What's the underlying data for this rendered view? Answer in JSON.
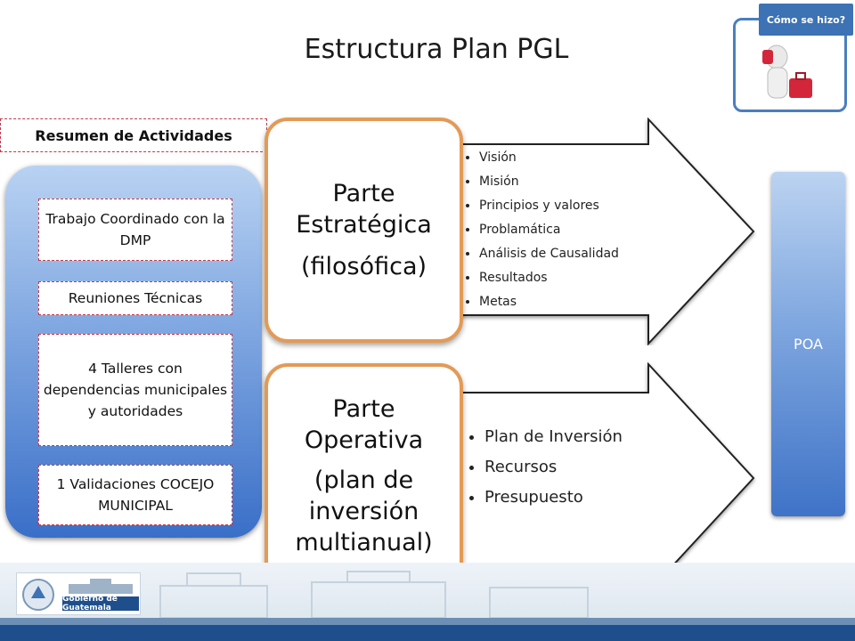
{
  "title": "Estructura Plan PGL",
  "how_tab": "Cómo se hizo?",
  "summary_label": "Resumen de Actividades",
  "activities": [
    "Trabajo Coordinado con la DMP",
    "Reuniones Técnicas",
    "4 Talleres con dependencias municipales y autoridades",
    "1 Validaciones COCEJO MUNICIPAL"
  ],
  "strategic": {
    "line1": "Parte",
    "line2": "Estratégica",
    "line3": "(filosófica)",
    "items": [
      "Visión",
      "Misión",
      "Principios y valores",
      "Problamática",
      "Análisis de Causalidad",
      "Resultados",
      "Metas"
    ]
  },
  "operative": {
    "line1": "Parte",
    "line2": "Operativa",
    "line3": "(plan de inversión multianual)",
    "items": [
      "Plan de Inversión",
      "Recursos",
      "Presupuesto"
    ]
  },
  "poa": "POA",
  "footer_logo": "Gobierno de Guatemala",
  "colors": {
    "accent_blue": "#3d72b4",
    "phase_border": "#e39a57",
    "dashed": "#c0394b"
  }
}
